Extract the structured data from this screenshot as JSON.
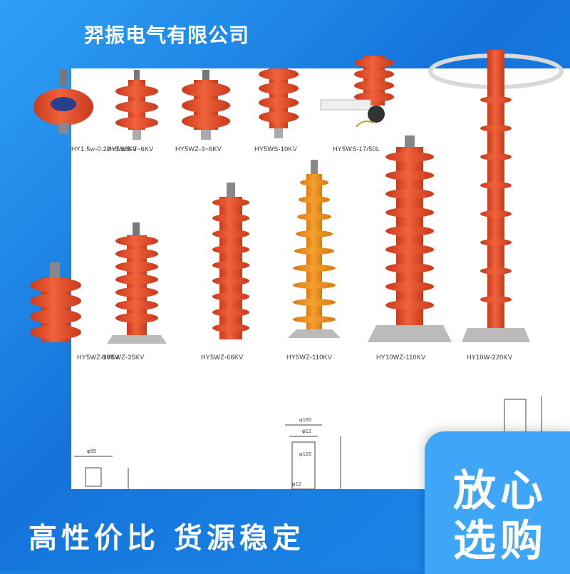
{
  "company_name": "羿振电气有限公司",
  "captions": {
    "r1c1": "HY1.5w-0.22~0.66KV",
    "r1c2": "HY5WS-3~6KV",
    "r1c3": "HY5WZ-3~6KV",
    "r1c4": "HY5WS-10KV",
    "r1c5": "HY5WS-17/50L",
    "r2c1": "HY5WZ-10KV",
    "r2c2": "HY5WZ-35KV",
    "r2c3": "HY5WZ-66KV",
    "r2c4": "HY5WZ-110KV",
    "r2c5": "HY10WZ-110KV",
    "r2c6": "HY10W-220KV"
  },
  "dimensions": {
    "d1": "φ95",
    "d2": "φ160",
    "d3": "φ12",
    "d4": "φ120",
    "d5": "φ12"
  },
  "slogan": "高性价比  货源稳定",
  "badge": {
    "line1": "放心",
    "line2": "选购"
  },
  "colors": {
    "banner_blue": "#1a7fe0",
    "arrester_orange": "#e8502e",
    "text_white": "#ffffff"
  }
}
